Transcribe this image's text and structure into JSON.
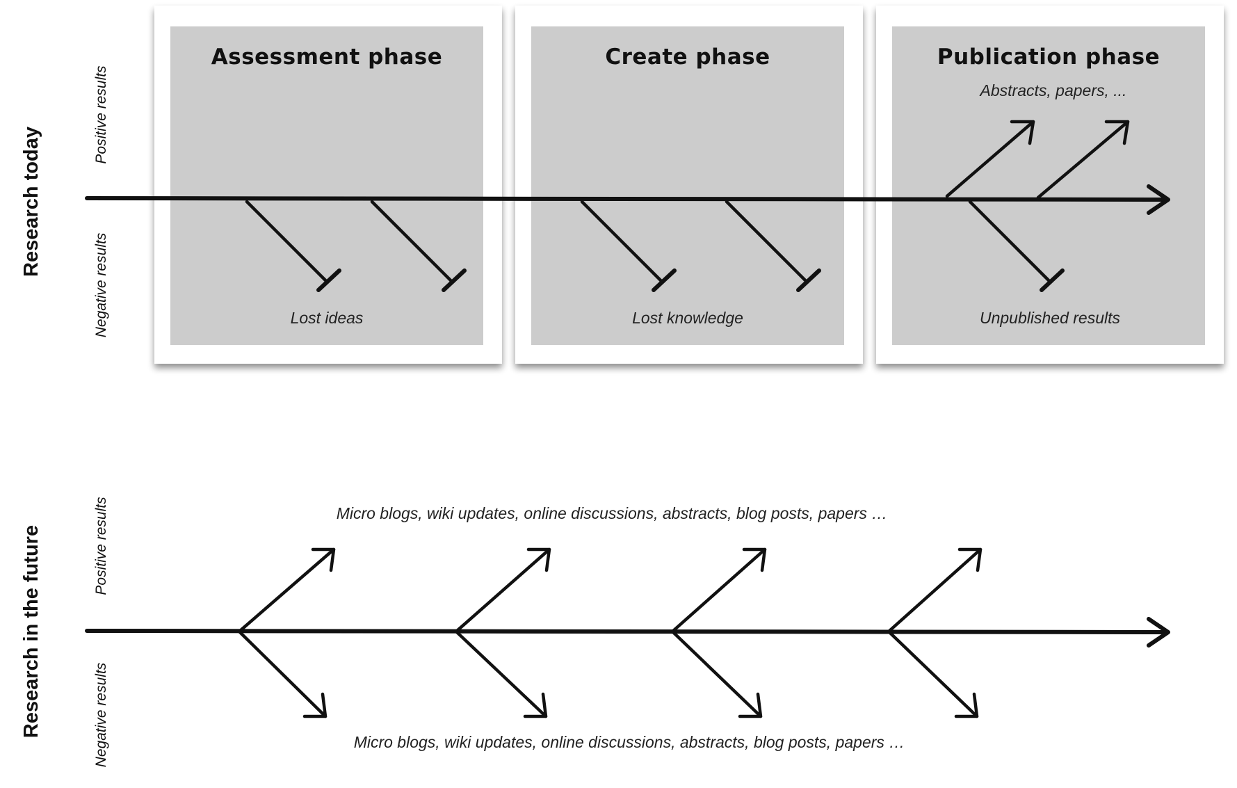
{
  "today": {
    "side_label": "Research today",
    "positive_label": "Positive results",
    "negative_label": "Negative results",
    "phases": [
      {
        "title": "Assessment phase",
        "top_note": "",
        "bottom_note": "Lost ideas"
      },
      {
        "title": "Create phase",
        "top_note": "",
        "bottom_note": "Lost knowledge"
      },
      {
        "title": "Publication phase",
        "top_note": "Abstracts, papers, ...",
        "bottom_note": "Unpublished results"
      }
    ]
  },
  "future": {
    "side_label": "Research in the future",
    "positive_label": "Positive results",
    "negative_label": "Negative results",
    "top_note": "Micro blogs, wiki updates, online discussions, abstracts, blog posts, papers …",
    "bottom_note": "Micro blogs, wiki updates, online discussions, abstracts, blog posts, papers …"
  }
}
